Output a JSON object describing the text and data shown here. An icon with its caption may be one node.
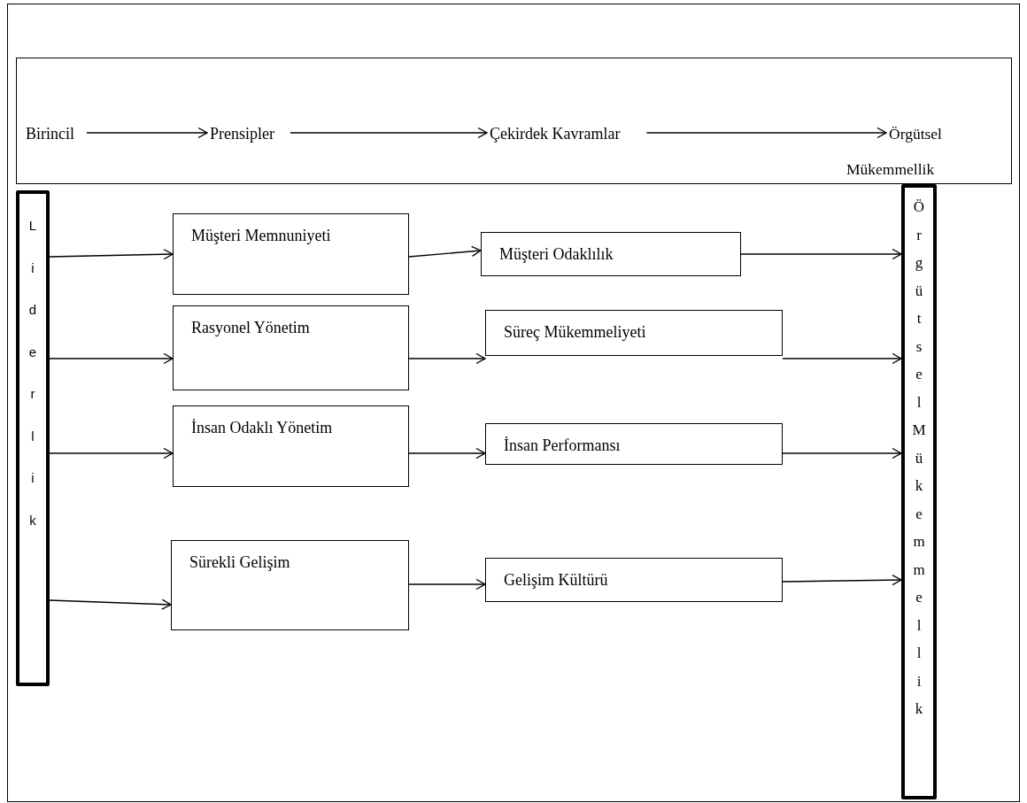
{
  "diagram": {
    "nodes": [
      {
        "text": [],
        "shape": "box"
      },
      {
        "text": [
          "Birincil"
        ],
        "in": 0
      },
      {
        "text": [
          "Prensipler"
        ],
        "in": 0
      },
      {
        "text": [
          "Çekirdek Kavramlar"
        ],
        "in": 0
      },
      {
        "text": [
          "Örgütsel Mükemmellik"
        ],
        "in": 0
      },
      {
        "text": [
          "Liderlik"
        ]
      },
      {
        "text": [
          "Müşteri Memnuniyeti"
        ]
      },
      {
        "text": [
          "Müşteri Odaklılık"
        ]
      },
      {
        "text": [
          "Rasyonel Yönetim"
        ]
      },
      {
        "text": [
          "Süreç Mükemmeliyeti"
        ]
      },
      {
        "text": [
          "İnsan Odaklı Yönetim"
        ]
      },
      {
        "text": [
          "İnsan Performansı"
        ]
      },
      {
        "text": [
          "Sürekli Gelişim"
        ]
      },
      {
        "text": [
          "Gelişim Kültürü"
        ]
      },
      {
        "text": [
          "Örgütsel Mükemmellik"
        ]
      }
    ],
    "edges": [
      {
        "from": 1,
        "to": 2,
        "arrow": "to"
      },
      {
        "from": 2,
        "to": 3,
        "arrow": "to"
      },
      {
        "from": 3,
        "to": 4,
        "arrow": "to"
      },
      {
        "from": 5,
        "to": 6,
        "arrow": "to"
      },
      {
        "from": 6,
        "to": 7,
        "arrow": "to"
      },
      {
        "from": 7,
        "to": 14,
        "arrow": "to"
      },
      {
        "from": 5,
        "to": 8,
        "arrow": "to"
      },
      {
        "from": 8,
        "to": 9,
        "arrow": "to"
      },
      {
        "from": 9,
        "to": 14,
        "arrow": "to"
      },
      {
        "from": 5,
        "to": 10,
        "arrow": "to"
      },
      {
        "from": 10,
        "to": 11,
        "arrow": "to"
      },
      {
        "from": 11,
        "to": 14,
        "arrow": "to"
      },
      {
        "from": 5,
        "to": 12,
        "arrow": "to"
      },
      {
        "from": 12,
        "to": 13,
        "arrow": "to"
      },
      {
        "from": 13,
        "to": 14,
        "arrow": "to"
      }
    ]
  }
}
